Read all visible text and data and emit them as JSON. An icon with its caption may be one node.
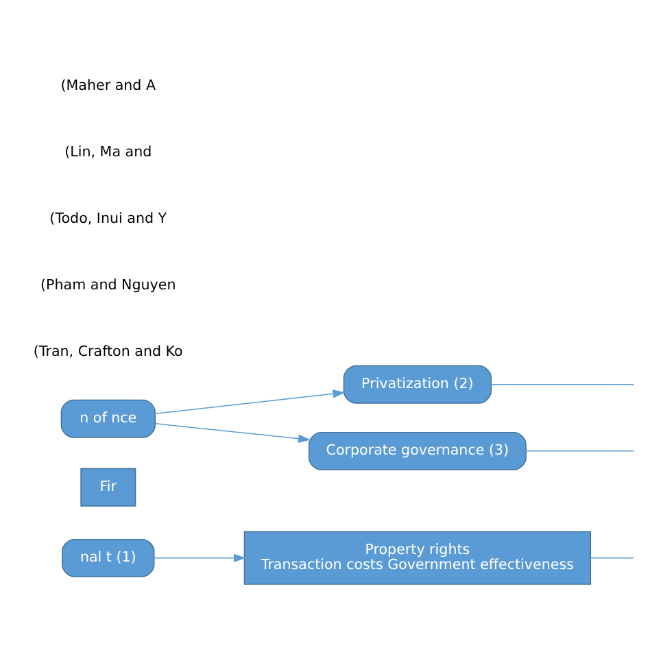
{
  "diagram": {
    "nodes": [
      {
        "text": [
          "nal t (1)"
        ]
      },
      {
        "text": [
          "Property rights",
          "Transaction costs Government effectiveness"
        ]
      },
      {
        "text": [
          "Fir"
        ]
      },
      {
        "text": [
          "n of nce"
        ]
      },
      {
        "text": [
          "Privatization (2)"
        ]
      },
      {
        "text": [
          "Corporate governance (3)"
        ]
      }
    ],
    "edges": [
      {
        "from": 0,
        "to": 1,
        "arrow": "to"
      },
      {
        "from": 1,
        "to": null,
        "arrow": "none"
      },
      {
        "from": 3,
        "to": 4,
        "arrow": "to"
      },
      {
        "from": 3,
        "to": 5,
        "arrow": "to"
      },
      {
        "from": 4,
        "to": null,
        "arrow": "none"
      },
      {
        "from": 5,
        "to": null,
        "arrow": "none"
      }
    ],
    "labels": [
      "(Tran, Crafton and Ko",
      "(Pham and Nguyen",
      "(Todo, Inui and Y",
      "(Lin, Ma and",
      "(Maher and A"
    ]
  }
}
